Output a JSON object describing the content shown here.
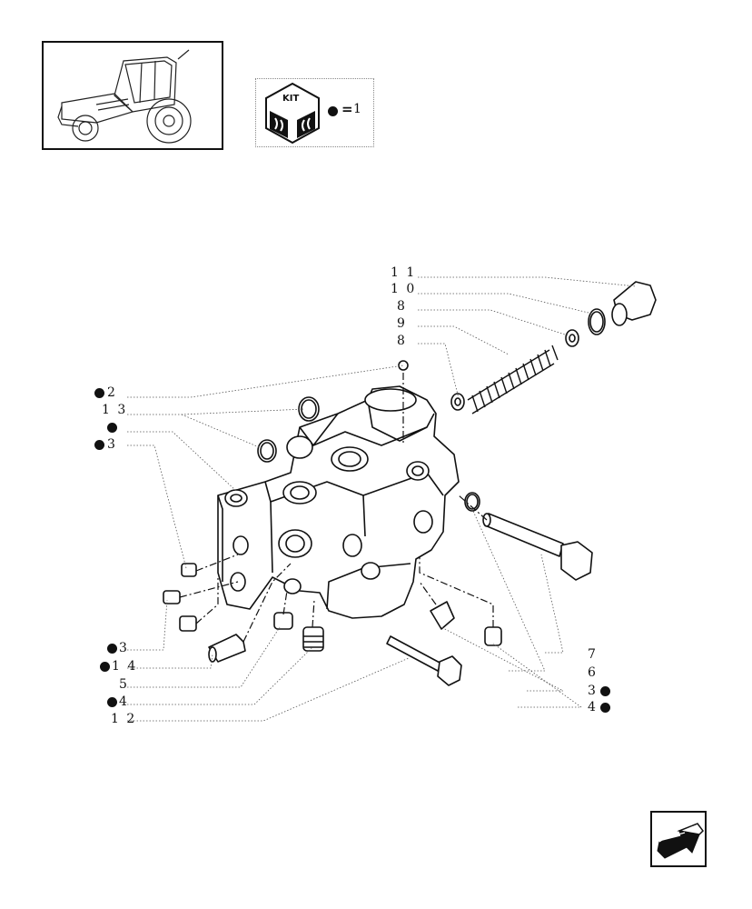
{
  "kit_legend": {
    "badge_text": "KIT",
    "equals": "=",
    "value": "1"
  },
  "callouts": [
    {
      "id": "c11",
      "text": "1 1"
    },
    {
      "id": "c10",
      "text": "1 0"
    },
    {
      "id": "c8a",
      "text": "8"
    },
    {
      "id": "c9",
      "text": "9"
    },
    {
      "id": "c8b",
      "text": "8"
    },
    {
      "id": "c2",
      "text": "2"
    },
    {
      "id": "c13",
      "text": "1 3"
    },
    {
      "id": "c1",
      "text": ""
    },
    {
      "id": "c3a",
      "text": "3"
    },
    {
      "id": "c3b",
      "text": "3"
    },
    {
      "id": "c14",
      "text": "1 4"
    },
    {
      "id": "c5",
      "text": "5"
    },
    {
      "id": "c4a",
      "text": "4"
    },
    {
      "id": "c12",
      "text": "1 2"
    },
    {
      "id": "c7",
      "text": "7"
    },
    {
      "id": "c6",
      "text": "6"
    },
    {
      "id": "c3c",
      "text": "3"
    },
    {
      "id": "c4b",
      "text": "4"
    }
  ],
  "icons": {
    "tractor": "tractor-icon",
    "kit": "kit-badge-icon",
    "nav": "arrow-back-icon"
  }
}
